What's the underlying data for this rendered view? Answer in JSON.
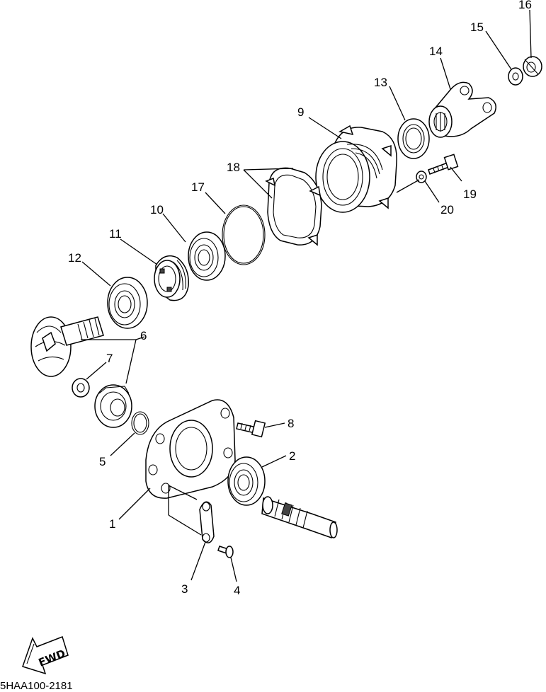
{
  "labels": [
    {
      "id": "p1",
      "text": "1"
    },
    {
      "id": "p2",
      "text": "2"
    },
    {
      "id": "p3",
      "text": "3"
    },
    {
      "id": "p4",
      "text": "4"
    },
    {
      "id": "p5",
      "text": "5"
    },
    {
      "id": "p6",
      "text": "6"
    },
    {
      "id": "p7",
      "text": "7"
    },
    {
      "id": "p8",
      "text": "8"
    },
    {
      "id": "p9",
      "text": "9"
    },
    {
      "id": "p10",
      "text": "10"
    },
    {
      "id": "p11",
      "text": "11"
    },
    {
      "id": "p12",
      "text": "12"
    },
    {
      "id": "p13",
      "text": "13"
    },
    {
      "id": "p14",
      "text": "14"
    },
    {
      "id": "p15",
      "text": "15"
    },
    {
      "id": "p16",
      "text": "16"
    },
    {
      "id": "p17",
      "text": "17"
    },
    {
      "id": "p18",
      "text": "18"
    },
    {
      "id": "p19",
      "text": "19"
    },
    {
      "id": "p20",
      "text": "20"
    }
  ],
  "fwd_label": "FWD",
  "diagram_code": "5HAA100-2181"
}
